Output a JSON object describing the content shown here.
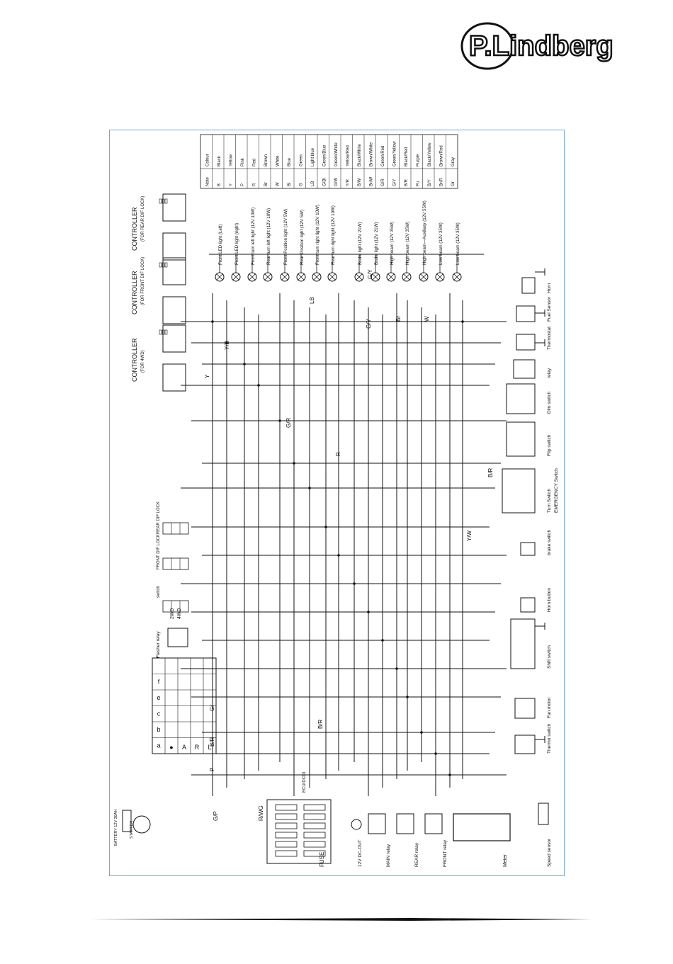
{
  "brand": {
    "name": "P.Lindberg"
  },
  "colour_table": {
    "header": {
      "note": "Note",
      "colour": "Colour"
    },
    "rows": [
      {
        "code": "B",
        "name": "Black"
      },
      {
        "code": "Y",
        "name": "Yellow"
      },
      {
        "code": "P",
        "name": "Pink"
      },
      {
        "code": "R",
        "name": "Red"
      },
      {
        "code": "Br",
        "name": "Brown"
      },
      {
        "code": "W",
        "name": "White"
      },
      {
        "code": "Bl",
        "name": "Blue"
      },
      {
        "code": "G",
        "name": "Green"
      },
      {
        "code": "LB",
        "name": "Light blue"
      },
      {
        "code": "G/Bl",
        "name": "Green/Blue"
      },
      {
        "code": "G/W",
        "name": "Green/White"
      },
      {
        "code": "Y/R",
        "name": "Yellow/Red"
      },
      {
        "code": "B/W",
        "name": "Black/White"
      },
      {
        "code": "Br/W",
        "name": "Brown/White"
      },
      {
        "code": "G/R",
        "name": "Green/Red"
      },
      {
        "code": "G/Y",
        "name": "Green/Yellow"
      },
      {
        "code": "B/R",
        "name": "Black/Red"
      },
      {
        "code": "Pu",
        "name": "Purple"
      },
      {
        "code": "B/Y",
        "name": "Black/Yellow"
      },
      {
        "code": "Br/R",
        "name": "Brown/Red"
      },
      {
        "code": "Gr",
        "name": "Gray"
      }
    ]
  },
  "lamps": [
    "Front LED light (Left)",
    "Front LED light (right)",
    "Front turn left light (12V 10W)",
    "Rear turn left light (12V 10W)",
    "Front Position light (12V 5W)",
    "Rear Position light (12V 5W)",
    "Front turn right light (12V 10W)",
    "Rear turn right light (12V 10W)",
    "Brake light (12V 21W)",
    "Brake light (12V 21W)",
    "High beam (12V 35W)",
    "High beam (12V 35W)",
    "High beam—Auxiliary (12V 55W)",
    "Low beam (12V 35W)",
    "Low beam (12V 35W)"
  ],
  "controllers": [
    {
      "title": "CONTROLLER",
      "sub": "(FOR REAR DIF LOCK)"
    },
    {
      "title": "CONTROLLER",
      "sub": "(FOR FRONT DIF LOCK)"
    },
    {
      "title": "CONTROLLER",
      "sub": "(FOR 4WD)"
    }
  ],
  "components": {
    "horn": "Horn",
    "fuel_sensor": "Fuel Sensor",
    "thermostat": "Thermostat",
    "relay": "relay",
    "dim_switch": "Dim switch",
    "flip_switch": "Flip switch",
    "turn_switch": "Turn Switch",
    "emergency_switch": "EMERGENCY Switch",
    "brake_switch": "brake switch",
    "horn_button": "Horn button",
    "shift_switch": "Shift switch",
    "fan_motor": "Fan motor",
    "thermo_switch": "Thermo switch",
    "speed_sensor": "Speed sensor",
    "meter": "Meter",
    "flasher_relay": "Flasher relay",
    "fuse": "FUSE",
    "battery": "BATTERY 12V 30AH",
    "main_relay": "MAIN relay",
    "rear_relay": "REAR relay",
    "front_relay": "FRONT relay",
    "out_12v": "12V DC-OUT",
    "mode_switch_label": "switch",
    "mode_2wd": "2WD",
    "mode_4wd": "4WD",
    "front_lock": "FRONT DIF LOCK",
    "rear_lock": "REAR DIF LOCK",
    "ecu_label": "ECU/DCDI",
    "starter": "STARTER"
  },
  "wire_labels": [
    "Y",
    "G/R",
    "Y/B",
    "G/Y",
    "Br",
    "W",
    "LB",
    "B/R",
    "Y/W",
    "G/Y",
    "R",
    "R/WG",
    "B/R",
    "G/P",
    "Gr",
    "P",
    "B/R"
  ],
  "key_matrix": {
    "columns": [
      "a",
      "b",
      "c",
      "e",
      "f"
    ],
    "rows": [
      "●",
      "A",
      "R",
      "L"
    ]
  }
}
